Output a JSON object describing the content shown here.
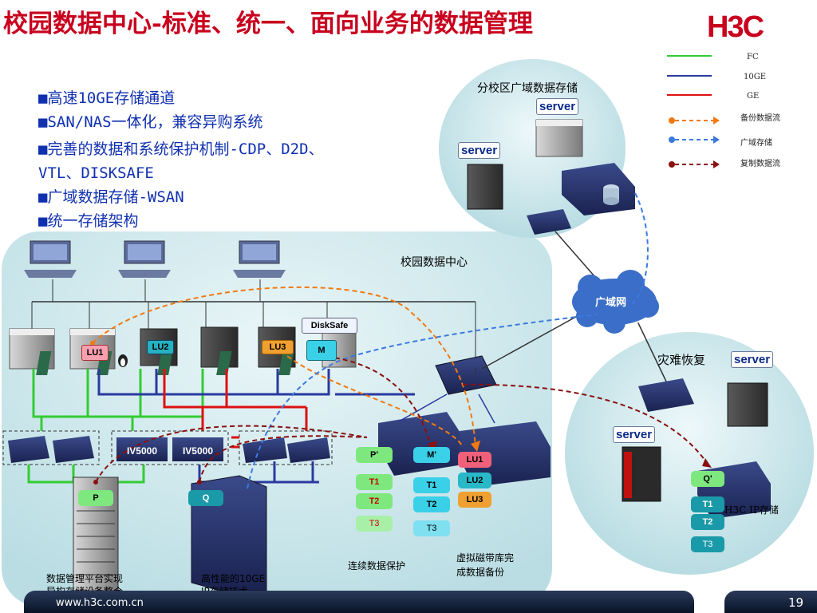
{
  "title": "校园数据中心-标准、统一、面向业务的数据管理",
  "logo": "H3C",
  "bullets": [
    "■高速10GE存储通道",
    "■SAN/NAS一体化，兼容异购系统",
    "■完善的数据和系统保护机制-CDP、D2D、",
    "VTL、DISKSAFE",
    "■广域数据存储-WSAN",
    "■统一存储架构"
  ],
  "legend": {
    "fc": "FC",
    "tengige": "10GE",
    "ge": "GE",
    "backup_flow": "备份数据流",
    "wan_storage": "广域存储",
    "replication_flow": "复制数据流"
  },
  "colors": {
    "fc": "#33cc33",
    "tengige": "#2a3aa0",
    "ge": "#dd1111",
    "backup": "#f07a10",
    "wan": "#3a7ae0",
    "replication": "#8a1010",
    "title": "#c8001e"
  },
  "branch": {
    "title": "分校区广域数据存储",
    "server1": "server",
    "server2": "server"
  },
  "campus": {
    "title": "校园数据中心"
  },
  "wan_cloud": "广域网",
  "disaster": {
    "title": "灾难恢复",
    "server1": "server",
    "server2": "server",
    "storage_label": "H3C IP存储"
  },
  "disksafe": "DiskSafe",
  "lun_labels": {
    "lu1": "LU1",
    "lu2": "LU2",
    "lu3": "LU3",
    "m": "M"
  },
  "iv5000": [
    "IV5000",
    "IV5000"
  ],
  "volumes": {
    "p": "P",
    "q": "Q",
    "p_prime": "P'",
    "m_prime": "M'",
    "q_prime": "Q'",
    "t1": "T1",
    "t2": "T2",
    "t3": "T3"
  },
  "vtl_luns": [
    "LU1",
    "LU2",
    "LU3"
  ],
  "captions": {
    "mgmt_line1": "数据管理平台实现",
    "mgmt_line2": "异构存储设备整合",
    "perf_line1": "高性能的10GE",
    "perf_line2": "IP存储技术",
    "cdp": "连续数据保护",
    "vtl_line1": "虚拟磁带库完",
    "vtl_line2": "成数据备份"
  },
  "footer": {
    "url": "www.h3c.com.cn",
    "page": "19"
  }
}
